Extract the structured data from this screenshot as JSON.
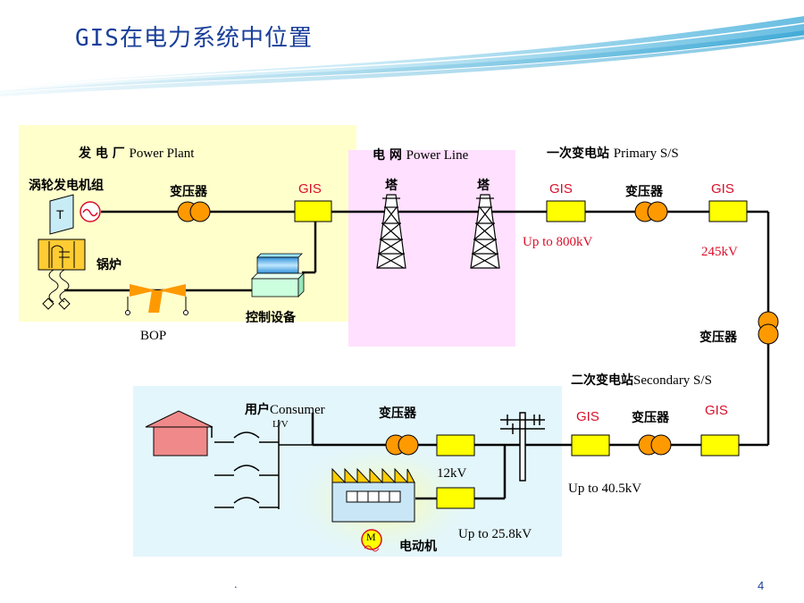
{
  "title": "GIS在电力系统中位置",
  "page_number": "4",
  "footer_dot": ".",
  "plant": {
    "header_cn": "发 电 厂",
    "header_en": "Power Plant",
    "turbine_label": "涡轮发电机组",
    "turbine_letter": "T",
    "transformer_label": "变压器",
    "gis_label": "GIS",
    "boiler_label": "锅炉",
    "control_label": "控制设备",
    "bop_label": "BOP"
  },
  "grid": {
    "header_cn": "电 网",
    "header_en": "Power Line",
    "tower1_label": "塔",
    "tower2_label": "塔"
  },
  "primary": {
    "header_cn": "一次变电站",
    "header_en": "Primary S/S",
    "gis1_label": "GIS",
    "transformer_label": "变压器",
    "gis2_label": "GIS",
    "voltage1": "Up to  800kV",
    "voltage2": "245kV",
    "right_transformer_label": "变压器"
  },
  "secondary": {
    "header_cn": "二次变电站",
    "header_en": "Secondary S/S",
    "gis_left_label": "GIS",
    "transformer_label": "变压器",
    "gis_right_label": "GIS",
    "voltage": "Up to 40.5kV"
  },
  "consumer": {
    "header_cn": "用户",
    "header_en": "Consumer",
    "lv_label": "L/V",
    "transformer_label": "变压器",
    "voltage_12": "12kV",
    "voltage_258": "Up to 25.8kV",
    "motor_letter": "M",
    "motor_label": "电动机"
  },
  "colors": {
    "title": "#1a3f9a",
    "plant_bg": "#ffffcc",
    "grid_bg": "#ffe0ff",
    "consumer_bg": "#e3f6fb",
    "gis_fill": "#ffff00",
    "transformer_fill": "#ff9900",
    "red_text": "#d8102a",
    "house_fill": "#f08a8a"
  }
}
